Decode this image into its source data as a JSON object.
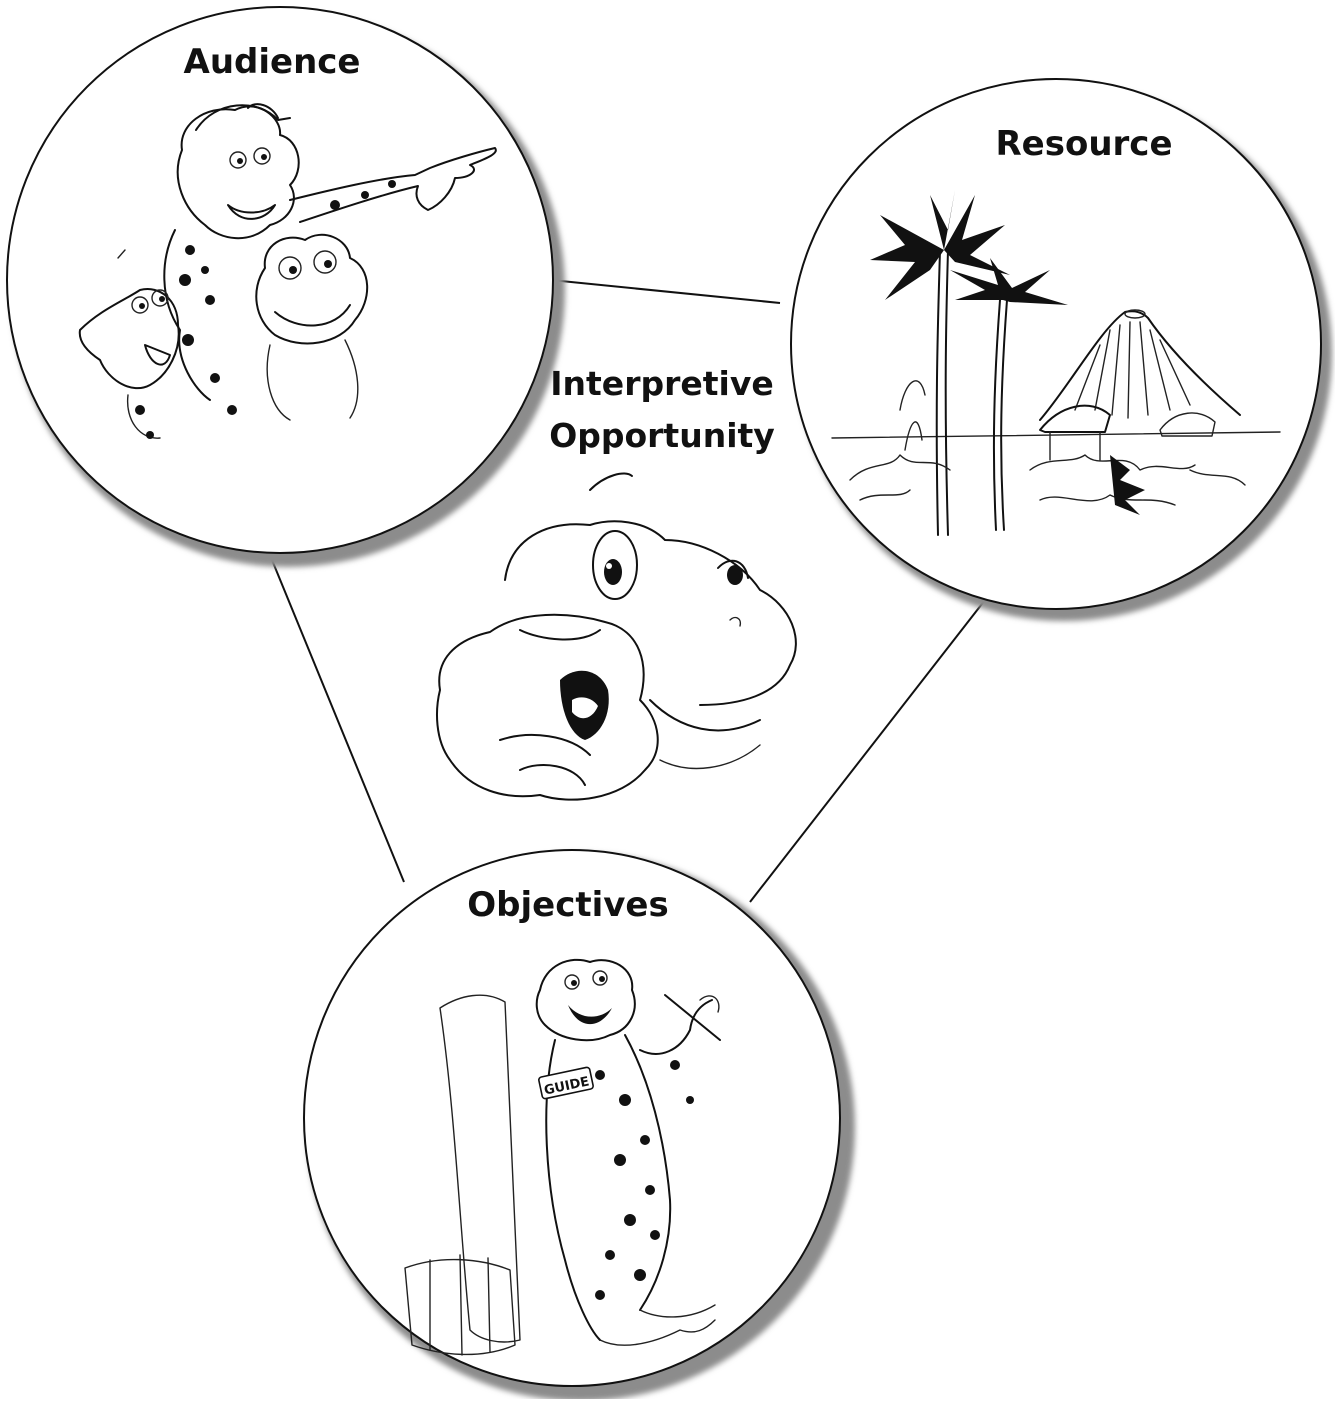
{
  "diagram": {
    "center_label_line1": "Interpretive",
    "center_label_line2": "Opportunity",
    "nodes": {
      "audience": {
        "label": "Audience",
        "illustration": "cartoon-frogs-pointing"
      },
      "resource": {
        "label": "Resource",
        "illustration": "tropical-island-volcano-palms"
      },
      "objectives": {
        "label": "Objectives",
        "illustration": "frog-guide-with-scroll-and-pencil",
        "badge_text": "GUIDE"
      }
    },
    "center_illustration": "frog-pointing-at-viewer",
    "colors": {
      "ink": "#111111",
      "shadow": "#8c8c8c",
      "background": "#ffffff"
    }
  }
}
